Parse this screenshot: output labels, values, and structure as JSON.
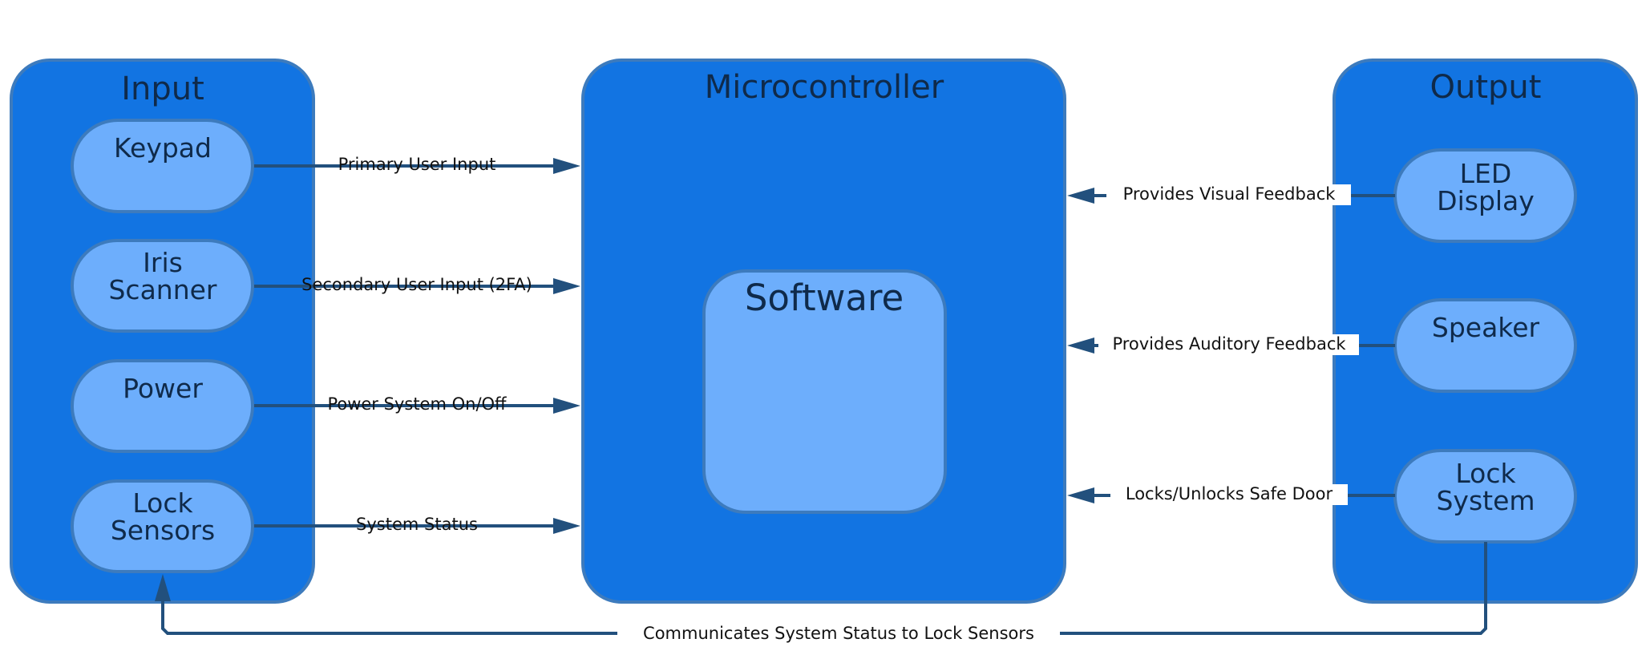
{
  "groups": {
    "input": {
      "title": "Input"
    },
    "microcontroller": {
      "title": "Microcontroller"
    },
    "output": {
      "title": "Output"
    }
  },
  "nodes": {
    "keypad": {
      "label": [
        "Keypad"
      ]
    },
    "iris_scanner": {
      "label": [
        "Iris",
        "Scanner"
      ]
    },
    "power": {
      "label": [
        "Power"
      ]
    },
    "lock_sensors": {
      "label": [
        "Lock",
        "Sensors"
      ]
    },
    "software": {
      "label": [
        "Software"
      ]
    },
    "led_display": {
      "label": [
        "LED",
        "Display"
      ]
    },
    "speaker": {
      "label": [
        "Speaker"
      ]
    },
    "lock_system": {
      "label": [
        "Lock",
        "System"
      ]
    }
  },
  "edges": {
    "keypad_to_mcu": "Primary User Input",
    "iris_to_mcu": "Secondary User Input (2FA)",
    "power_to_mcu": "Power System On/Off",
    "sensors_to_mcu": "System Status",
    "led_to_mcu": "Provides Visual Feedback",
    "speaker_to_mcu": "Provides Auditory Feedback",
    "lock_to_mcu": "Locks/Unlocks Safe Door",
    "lock_to_sensors": "Communicates System Status to Lock Sensors"
  },
  "colors": {
    "group_fill": "#1274E2",
    "node_fill": "#6DAEFC",
    "border": "#3D7BBD",
    "edge": "#22507D",
    "text": "#0F2A4A"
  }
}
